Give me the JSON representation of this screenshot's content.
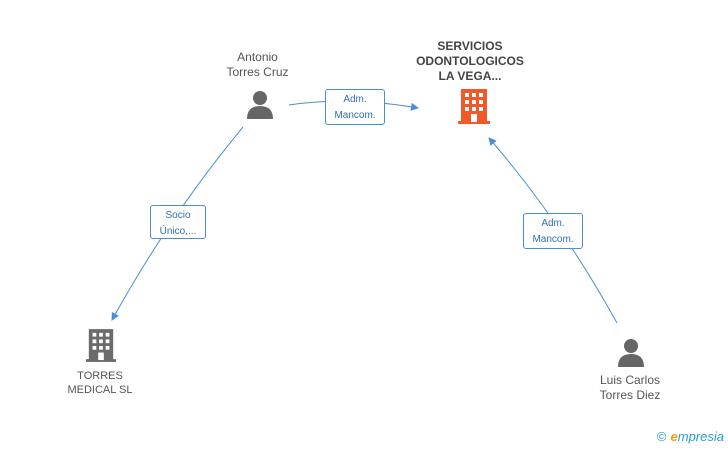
{
  "nodes": {
    "antonio": {
      "label": "Antonio\nTorres Cruz"
    },
    "servicios": {
      "label": "SERVICIOS\nODONTOLOGICOS\nLA VEGA..."
    },
    "torres_medical": {
      "label": "TORRES\nMEDICAL SL"
    },
    "luis": {
      "label": "Luis Carlos\nTorres Diez"
    }
  },
  "edges": {
    "antonio_servicios": "Adm.\nMancom.",
    "antonio_torres": "Socio\nÚnico,...",
    "luis_servicios": "Adm.\nMancom."
  },
  "colors": {
    "edge": "#4a8fd6",
    "person_icon": "#666666",
    "company_icon": "#6b6b6b",
    "highlight_company_icon": "#f05a28"
  },
  "footer": {
    "copyright_symbol": "©",
    "brand_initial": "e",
    "brand_rest": "mpresia"
  }
}
